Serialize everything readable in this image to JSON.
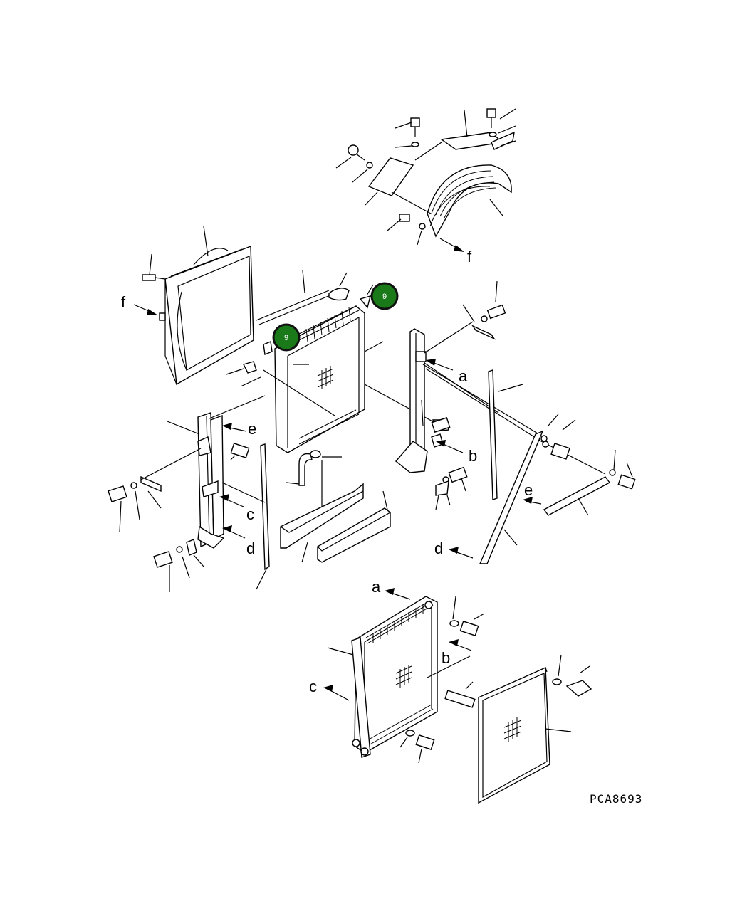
{
  "drawing_code": "PCA8693",
  "callouts": [
    {
      "label": "9"
    },
    {
      "label": "9"
    }
  ],
  "arrow_labels": {
    "f_top": "f",
    "f_left": "f",
    "a_mid": "a",
    "b_mid": "b",
    "e_left": "e",
    "c_left": "c",
    "d_left": "d",
    "e_right": "e",
    "d_right": "d",
    "a_bottom": "a",
    "b_bottom": "b",
    "c_bottom": "c"
  },
  "colors": {
    "callout_fill": "#1a7a1a",
    "callout_ring": "#111111",
    "line": "#000000"
  }
}
